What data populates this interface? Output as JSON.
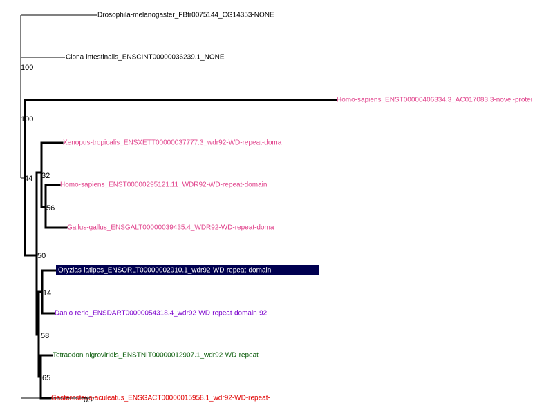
{
  "tree": {
    "leaves": [
      {
        "id": "drosophila",
        "label": "Drosophila-melanogaster_FBtr0075144_CG14353-NONE",
        "color": "#000000",
        "highlighted": false
      },
      {
        "id": "ciona",
        "label": "Ciona-intestinalis_ENSCINT00000036239.1_NONE",
        "color": "#000000",
        "highlighted": false
      },
      {
        "id": "homo-novel",
        "label": "Homo-sapiens_ENST00000406334.3_AC017083.3-novel-protei",
        "color": "#e0408a",
        "highlighted": false
      },
      {
        "id": "xenopus",
        "label": "Xenopus-tropicalis_ENSXETT00000037777.3_wdr92-WD-repeat-doma",
        "color": "#e0408a",
        "highlighted": false
      },
      {
        "id": "homo-wdr92",
        "label": "Homo-sapiens_ENST00000295121.11_WDR92-WD-repeat-domain",
        "color": "#e0408a",
        "highlighted": false
      },
      {
        "id": "gallus",
        "label": "Gallus-gallus_ENSGALT00000039435.4_WDR92-WD-repeat-doma",
        "color": "#e0408a",
        "highlighted": false
      },
      {
        "id": "oryzias",
        "label": "Oryzias-latipes_ENSORLT00000002910.1_wdr92-WD-repeat-domain-",
        "color": "#ffffff",
        "highlighted": true,
        "highlight_color": "#000050"
      },
      {
        "id": "danio",
        "label": "Danio-rerio_ENSDART00000054318.4_wdr92-WD-repeat-domain-92",
        "color": "#7b00cc",
        "highlighted": false
      },
      {
        "id": "tetraodon",
        "label": "Tetraodon-nigroviridis_ENSTNIT00000012907.1_wdr92-WD-repeat-",
        "color": "#0a5c0a",
        "highlighted": false
      },
      {
        "id": "gasterosteus",
        "label": "Gasterosteus-aculeatus_ENSGACT00000015958.1_wdr92-WD-repeat-",
        "color": "#e00000",
        "highlighted": false
      }
    ],
    "bootstrap": [
      {
        "id": "bs-100a",
        "value": "100"
      },
      {
        "id": "bs-100b",
        "value": "100"
      },
      {
        "id": "bs-44",
        "value": "44"
      },
      {
        "id": "bs-32",
        "value": "32"
      },
      {
        "id": "bs-56",
        "value": "56"
      },
      {
        "id": "bs-50",
        "value": "50"
      },
      {
        "id": "bs-14",
        "value": "14"
      },
      {
        "id": "bs-58",
        "value": "58"
      },
      {
        "id": "bs-65",
        "value": "65"
      }
    ],
    "scale_bar": {
      "label": "0.2"
    }
  }
}
